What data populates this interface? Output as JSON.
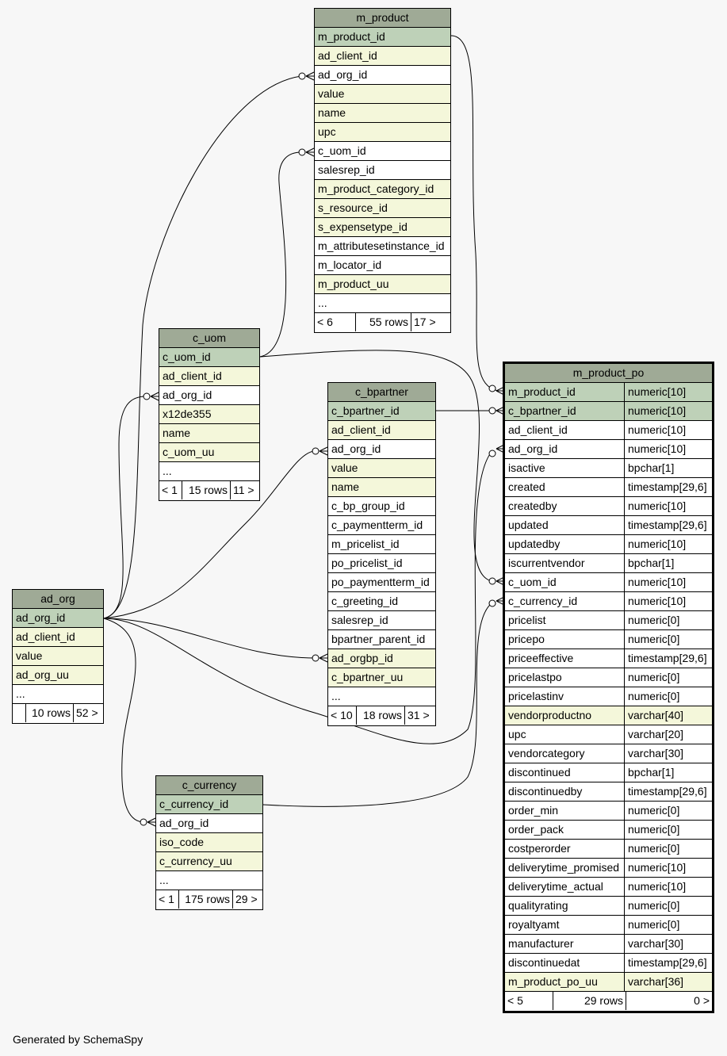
{
  "colors": {
    "header": "#9faa96",
    "primary_key": "#bed1b8",
    "indexed": "#f4f7da",
    "plain": "#ffffff"
  },
  "m_product": {
    "title": "m_product",
    "rows": [
      {
        "name": "m_product_id",
        "kind": "pk"
      },
      {
        "name": "ad_client_id",
        "kind": "idx"
      },
      {
        "name": "ad_org_id",
        "kind": "plain"
      },
      {
        "name": "value",
        "kind": "idx"
      },
      {
        "name": "name",
        "kind": "idx"
      },
      {
        "name": "upc",
        "kind": "idx"
      },
      {
        "name": "c_uom_id",
        "kind": "plain"
      },
      {
        "name": "salesrep_id",
        "kind": "plain"
      },
      {
        "name": "m_product_category_id",
        "kind": "idx"
      },
      {
        "name": "s_resource_id",
        "kind": "idx"
      },
      {
        "name": "s_expensetype_id",
        "kind": "idx"
      },
      {
        "name": "m_attributesetinstance_id",
        "kind": "plain"
      },
      {
        "name": "m_locator_id",
        "kind": "plain"
      },
      {
        "name": "m_product_uu",
        "kind": "idx"
      },
      {
        "name": "...",
        "kind": "plain"
      }
    ],
    "footer": {
      "left": "< 6",
      "mid": "55 rows",
      "right": "17 >"
    }
  },
  "c_uom": {
    "title": "c_uom",
    "rows": [
      {
        "name": "c_uom_id",
        "kind": "pk"
      },
      {
        "name": "ad_client_id",
        "kind": "idx"
      },
      {
        "name": "ad_org_id",
        "kind": "plain"
      },
      {
        "name": "x12de355",
        "kind": "idx"
      },
      {
        "name": "name",
        "kind": "idx"
      },
      {
        "name": "c_uom_uu",
        "kind": "idx"
      },
      {
        "name": "...",
        "kind": "plain"
      }
    ],
    "footer": {
      "left": "< 1",
      "mid": "15 rows",
      "right": "11 >"
    }
  },
  "c_bpartner": {
    "title": "c_bpartner",
    "rows": [
      {
        "name": "c_bpartner_id",
        "kind": "pk"
      },
      {
        "name": "ad_client_id",
        "kind": "idx"
      },
      {
        "name": "ad_org_id",
        "kind": "plain"
      },
      {
        "name": "value",
        "kind": "idx"
      },
      {
        "name": "name",
        "kind": "idx"
      },
      {
        "name": "c_bp_group_id",
        "kind": "plain"
      },
      {
        "name": "c_paymentterm_id",
        "kind": "plain"
      },
      {
        "name": "m_pricelist_id",
        "kind": "plain"
      },
      {
        "name": "po_pricelist_id",
        "kind": "plain"
      },
      {
        "name": "po_paymentterm_id",
        "kind": "plain"
      },
      {
        "name": "c_greeting_id",
        "kind": "plain"
      },
      {
        "name": "salesrep_id",
        "kind": "plain"
      },
      {
        "name": "bpartner_parent_id",
        "kind": "plain"
      },
      {
        "name": "ad_orgbp_id",
        "kind": "idx"
      },
      {
        "name": "c_bpartner_uu",
        "kind": "idx"
      },
      {
        "name": "...",
        "kind": "plain"
      }
    ],
    "footer": {
      "left": "< 10",
      "mid": "18 rows",
      "right": "31 >"
    }
  },
  "ad_org": {
    "title": "ad_org",
    "rows": [
      {
        "name": "ad_org_id",
        "kind": "pk"
      },
      {
        "name": "ad_client_id",
        "kind": "idx"
      },
      {
        "name": "value",
        "kind": "idx"
      },
      {
        "name": "ad_org_uu",
        "kind": "idx"
      },
      {
        "name": "...",
        "kind": "plain"
      }
    ],
    "footer": {
      "left": "",
      "mid": "10 rows",
      "right": "52 >"
    }
  },
  "c_currency": {
    "title": "c_currency",
    "rows": [
      {
        "name": "c_currency_id",
        "kind": "pk"
      },
      {
        "name": "ad_org_id",
        "kind": "plain"
      },
      {
        "name": "iso_code",
        "kind": "idx"
      },
      {
        "name": "c_currency_uu",
        "kind": "idx"
      },
      {
        "name": "...",
        "kind": "plain"
      }
    ],
    "footer": {
      "left": "< 1",
      "mid": "175 rows",
      "right": "29 >"
    }
  },
  "m_product_po": {
    "title": "m_product_po",
    "rows": [
      {
        "name": "m_product_id",
        "type": "numeric[10]",
        "kind": "pk"
      },
      {
        "name": "c_bpartner_id",
        "type": "numeric[10]",
        "kind": "pk"
      },
      {
        "name": "ad_client_id",
        "type": "numeric[10]",
        "kind": "plain"
      },
      {
        "name": "ad_org_id",
        "type": "numeric[10]",
        "kind": "plain"
      },
      {
        "name": "isactive",
        "type": "bpchar[1]",
        "kind": "plain"
      },
      {
        "name": "created",
        "type": "timestamp[29,6]",
        "kind": "plain"
      },
      {
        "name": "createdby",
        "type": "numeric[10]",
        "kind": "plain"
      },
      {
        "name": "updated",
        "type": "timestamp[29,6]",
        "kind": "plain"
      },
      {
        "name": "updatedby",
        "type": "numeric[10]",
        "kind": "plain"
      },
      {
        "name": "iscurrentvendor",
        "type": "bpchar[1]",
        "kind": "plain"
      },
      {
        "name": "c_uom_id",
        "type": "numeric[10]",
        "kind": "plain"
      },
      {
        "name": "c_currency_id",
        "type": "numeric[10]",
        "kind": "plain"
      },
      {
        "name": "pricelist",
        "type": "numeric[0]",
        "kind": "plain"
      },
      {
        "name": "pricepo",
        "type": "numeric[0]",
        "kind": "plain"
      },
      {
        "name": "priceeffective",
        "type": "timestamp[29,6]",
        "kind": "plain"
      },
      {
        "name": "pricelastpo",
        "type": "numeric[0]",
        "kind": "plain"
      },
      {
        "name": "pricelastinv",
        "type": "numeric[0]",
        "kind": "plain"
      },
      {
        "name": "vendorproductno",
        "type": "varchar[40]",
        "kind": "idx"
      },
      {
        "name": "upc",
        "type": "varchar[20]",
        "kind": "plain"
      },
      {
        "name": "vendorcategory",
        "type": "varchar[30]",
        "kind": "plain"
      },
      {
        "name": "discontinued",
        "type": "bpchar[1]",
        "kind": "plain"
      },
      {
        "name": "discontinuedby",
        "type": "timestamp[29,6]",
        "kind": "plain"
      },
      {
        "name": "order_min",
        "type": "numeric[0]",
        "kind": "plain"
      },
      {
        "name": "order_pack",
        "type": "numeric[0]",
        "kind": "plain"
      },
      {
        "name": "costperorder",
        "type": "numeric[0]",
        "kind": "plain"
      },
      {
        "name": "deliverytime_promised",
        "type": "numeric[10]",
        "kind": "plain"
      },
      {
        "name": "deliverytime_actual",
        "type": "numeric[10]",
        "kind": "plain"
      },
      {
        "name": "qualityrating",
        "type": "numeric[0]",
        "kind": "plain"
      },
      {
        "name": "royaltyamt",
        "type": "numeric[0]",
        "kind": "plain"
      },
      {
        "name": "manufacturer",
        "type": "varchar[30]",
        "kind": "plain"
      },
      {
        "name": "discontinuedat",
        "type": "timestamp[29,6]",
        "kind": "plain"
      },
      {
        "name": "m_product_po_uu",
        "type": "varchar[36]",
        "kind": "idx"
      }
    ],
    "footer": {
      "left": "< 5",
      "mid": "29 rows",
      "right": "0 >"
    }
  },
  "generated_by": "Generated by SchemaSpy"
}
